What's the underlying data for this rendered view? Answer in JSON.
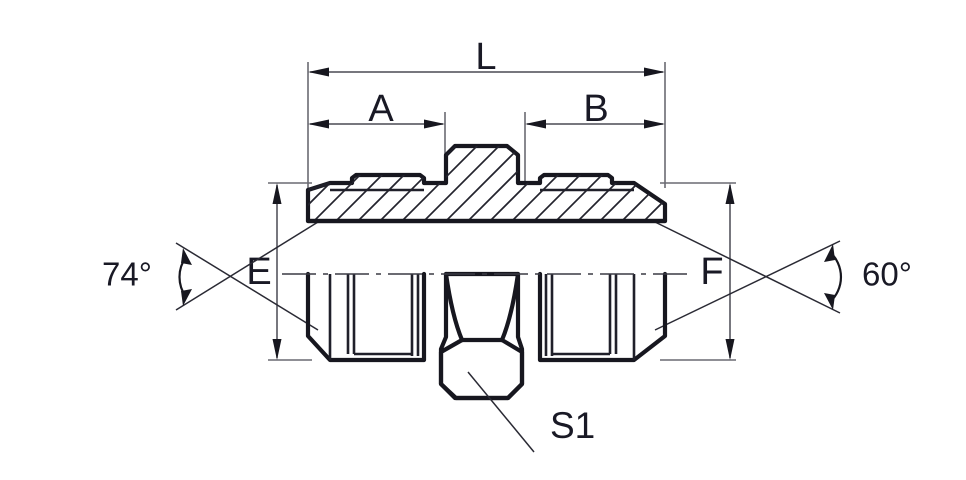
{
  "drawing": {
    "title": "Hydraulic Adapter Fitting Cross-Section Drawing",
    "type": "technical-engineering-drawing",
    "background_color": "#ffffff",
    "line_color": "#17171f",
    "text_color": "#191925",
    "dimensions": {
      "overall_length": {
        "label": "L",
        "description": "Overall length of the fitting",
        "orientation": "horizontal",
        "position": "top"
      },
      "left_thread_length": {
        "label": "A",
        "description": "Left side thread length from end to hex",
        "orientation": "horizontal",
        "position": "top"
      },
      "right_thread_length": {
        "label": "B",
        "description": "Right side thread length from hex to end",
        "orientation": "horizontal",
        "position": "top"
      },
      "left_diameter": {
        "label": "E",
        "description": "Left end thread diameter",
        "orientation": "vertical",
        "position": "left"
      },
      "right_diameter": {
        "label": "F",
        "description": "Right end thread diameter",
        "orientation": "vertical",
        "position": "right"
      },
      "hex_size": {
        "label": "S1",
        "description": "Hex across flats size",
        "orientation": "leader",
        "position": "bottom-center"
      }
    },
    "angles": {
      "left": {
        "label": "74°",
        "value": 74,
        "unit": "degrees",
        "description": "JIC 37 degree flare cone included angle on left end"
      },
      "right": {
        "label": "60°",
        "value": 60,
        "unit": "degrees",
        "description": "Metric 60 degree cone seat included angle on right end"
      }
    },
    "annotations": {
      "hatching": "45-degree section hatching on upper half indicating cut material",
      "centerline": "horizontal dash-dot centerline through the fitting axis",
      "view": "half-section view: upper half sectioned, lower half external"
    }
  }
}
